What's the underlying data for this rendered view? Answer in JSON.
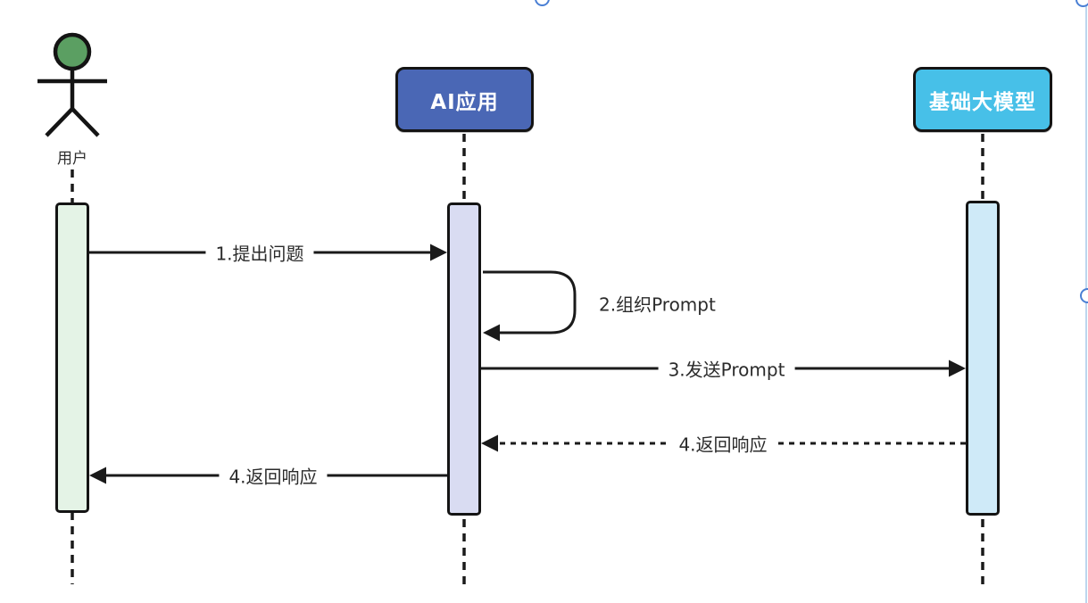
{
  "diagram": {
    "type": "uml-sequence-diagram",
    "canvas_bg": "#ffffff",
    "line_color": "#1a1a1a",
    "selection_handle_color": "#4a7fd4",
    "page_edge_color": "#bcd6ee",
    "participants": [
      {
        "id": "user",
        "label": "用户",
        "kind": "actor",
        "head_color": "#5b9f62",
        "activation_color": "#e4f3e6"
      },
      {
        "id": "ai_app",
        "label": "AI应用",
        "kind": "box",
        "fill": "#4a67b5",
        "text_color": "#ffffff",
        "activation_color": "#d9dcf2"
      },
      {
        "id": "base_model",
        "label": "基础大模型",
        "kind": "box",
        "fill": "#47c0e8",
        "text_color": "#ffffff",
        "activation_color": "#cfeaf8"
      }
    ],
    "messages": [
      {
        "seq": "1",
        "label": "1.提出问题",
        "from": "用户",
        "to": "AI应用",
        "line": "solid"
      },
      {
        "seq": "2",
        "label": "2.组织Prompt",
        "from": "AI应用",
        "to": "AI应用",
        "line": "self-loop"
      },
      {
        "seq": "3",
        "label": "3.发送Prompt",
        "from": "AI应用",
        "to": "基础大模型",
        "line": "solid"
      },
      {
        "seq": "4",
        "label": "4.返回响应",
        "from": "基础大模型",
        "to": "AI应用",
        "line": "dashed"
      },
      {
        "seq": "4",
        "label": "4.返回响应",
        "from": "AI应用",
        "to": "用户",
        "line": "solid"
      }
    ]
  }
}
